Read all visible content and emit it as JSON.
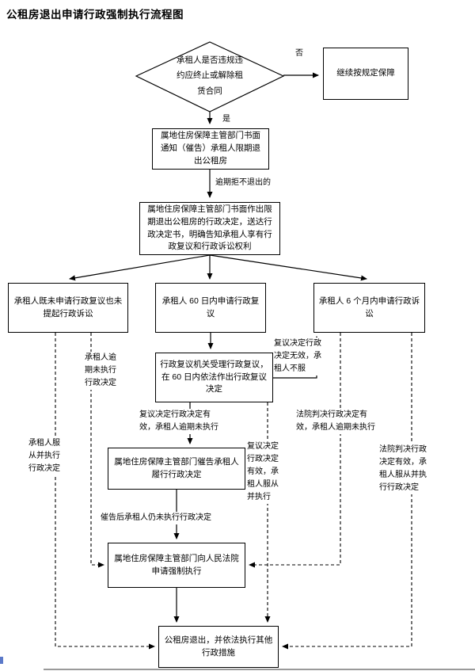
{
  "page": {
    "title": "公租房退出申请行政强制执行流程图"
  },
  "colors": {
    "line": "#000000",
    "background": "#ffffff"
  },
  "nodes": {
    "decision": "承租人是否违规违约应终止或解除租赁合同",
    "continue_protection": "继续按规定保障",
    "notify_exit": "属地住房保障主管部门书面通知（催告）承租人限期退出公租房",
    "admin_decision": "属地住房保障主管部门书面作出限期退出公租房的行政决定，送达行政决定书，明确告知承租人享有行政复议和行政诉讼权利",
    "no_action": "承租人既未申请行政复议也未提起行政诉讼",
    "reconsideration": "承租人 60 日内申请行政复议",
    "litigation": "承租人 6 个月内申请行政诉讼",
    "reconsideration_accept": "行政复议机关受理行政复议，在 60 日内依法作出行政复议决定",
    "urge_perform": "属地住房保障主管部门催告承租人履行行政决定",
    "court_enforce": "属地住房保障主管部门向人民法院申请强制执行",
    "exit_done": "公租房退出，并依法执行其他行政措施"
  },
  "edge_labels": {
    "no": "否",
    "yes": "是",
    "overdue_refuse": "逾期拒不退出的",
    "overdue_not_execute": "承租人逾期未执行行政决定",
    "comply_execute": "承租人服从并执行行政决定",
    "recon_invalid_dissatisfied": "复议决定行政决定无效，承租人不服",
    "recon_valid_overdue": "复议决定行政决定有效，承租人逾期未执行",
    "recon_valid_comply": "复议决定行政决定有效，承租人服从并执行",
    "urge_still_not_execute": "催告后承租人仍未执行行政决定",
    "court_valid_overdue": "法院判决行政决定有效，承租人逾期未执行",
    "court_valid_comply": "法院判决行政决定有效，承租人服从并执行行政决定"
  }
}
